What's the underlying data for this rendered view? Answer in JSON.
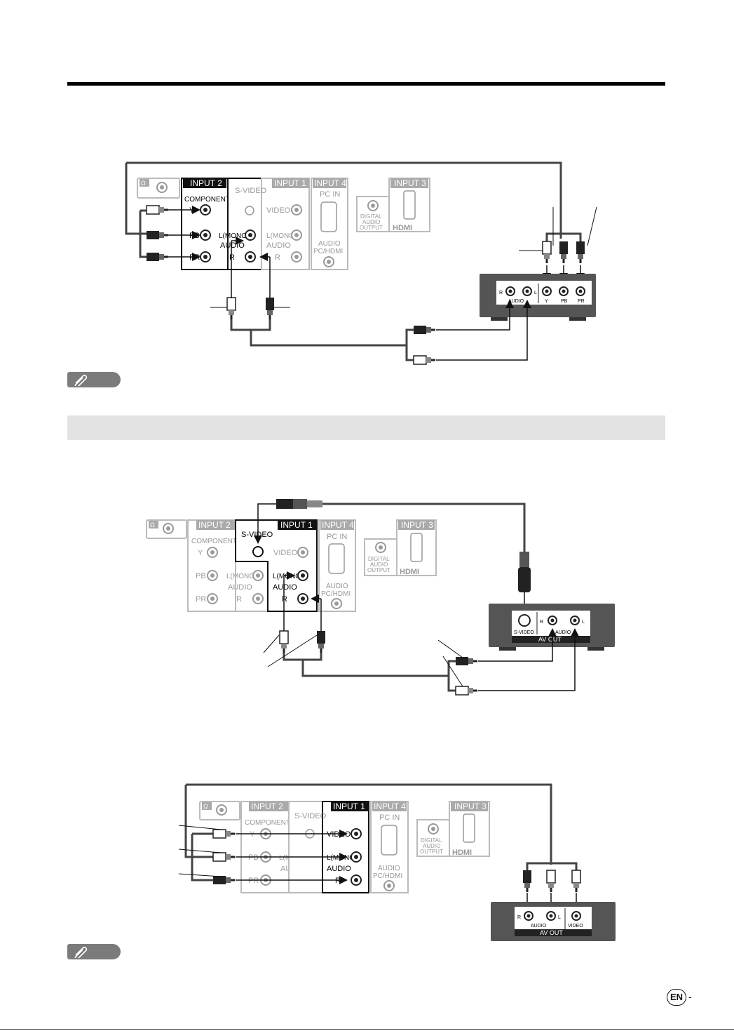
{
  "tv_panel": {
    "headphone_symbol": "Ω",
    "input2": "INPUT 2",
    "input1": "INPUT 1",
    "input4": "INPUT 4",
    "input3": "INPUT 3",
    "component": "COMPONENT",
    "y": "Y",
    "pb": "PB",
    "pr": "PR",
    "l_mono": "L(MONO)",
    "audio": "AUDIO",
    "r": "R",
    "s_video": "S-VIDEO",
    "video": "VIDEO",
    "pc_in": "PC IN",
    "audio_pc_hdmi_1": "AUDIO",
    "audio_pc_hdmi_2": "PC/HDMI",
    "digital_1": "DIGITAL",
    "digital_2": "AUDIO",
    "digital_3": "OUTPUT",
    "hdmi": "HDMI"
  },
  "device1": {
    "r": "R",
    "audio": "AUDIO",
    "l": "L",
    "y": "Y",
    "pb": "PB",
    "pr": "PR"
  },
  "device2": {
    "s_video": "S-VIDEO",
    "r": "R",
    "audio": "AUDIO",
    "l": "L",
    "av_out": "AV OUT"
  },
  "device3": {
    "r": "R",
    "audio": "AUDIO",
    "l": "L",
    "video": "VIDEO",
    "av_out": "AV OUT"
  },
  "footer": {
    "en_badge": "EN",
    "page_dash": "-"
  },
  "icons": {
    "note": "paperclip-icon"
  },
  "colors": {
    "device_body": "#555555",
    "tv_panel_border": "#bbbbbb",
    "active_border": "#000000",
    "section_band": "#e3e3e3"
  }
}
